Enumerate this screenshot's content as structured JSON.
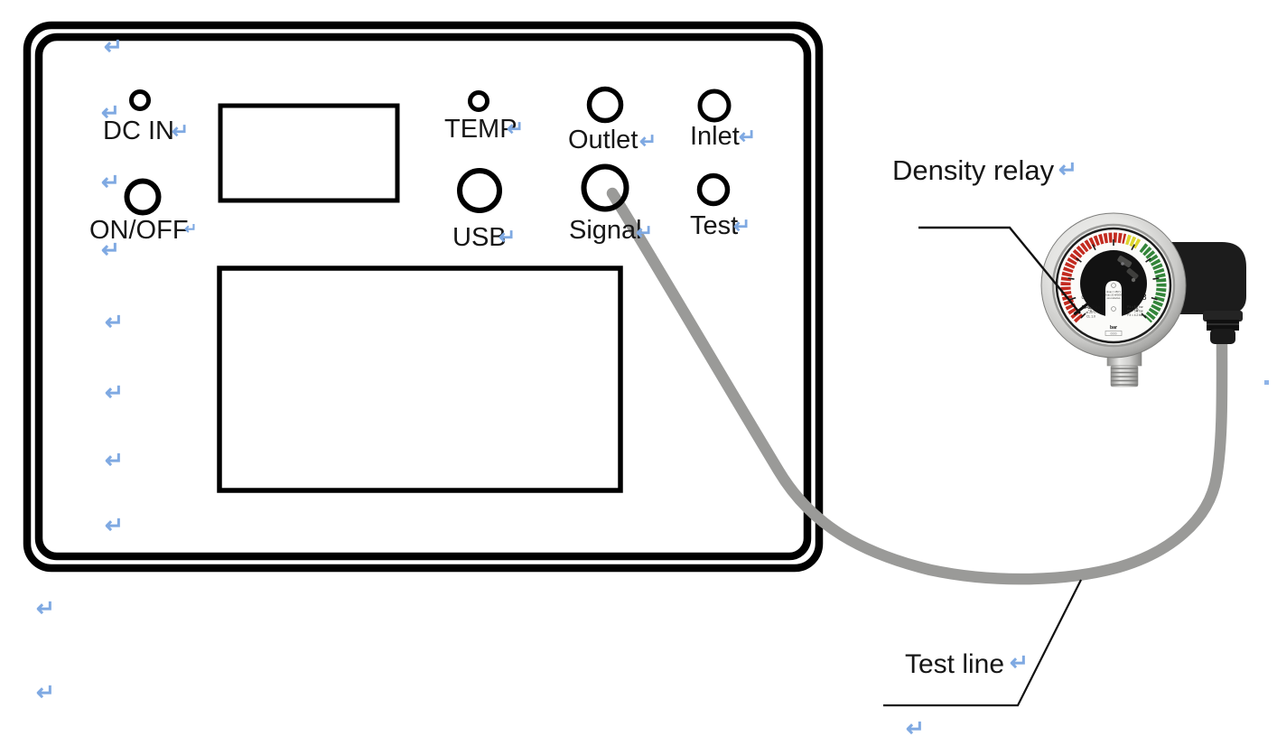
{
  "document": {
    "paragraph_mark": "↵",
    "mark_color": "#7FA9E2",
    "background": "#ffffff"
  },
  "panel": {
    "ports": [
      {
        "id": "dc-in",
        "label": "DC IN"
      },
      {
        "id": "temp",
        "label": "TEMP"
      },
      {
        "id": "outlet",
        "label": "Outlet"
      },
      {
        "id": "inlet",
        "label": "Inlet"
      },
      {
        "id": "on-off",
        "label": "ON/OFF"
      },
      {
        "id": "usb",
        "label": "USB"
      },
      {
        "id": "signal",
        "label": "Signal"
      },
      {
        "id": "test",
        "label": "Test"
      }
    ]
  },
  "annotations": {
    "density_relay": "Density relay",
    "test_line": "Test line"
  },
  "gauge": {
    "scale_numbers": {
      "n_m1": "-1",
      "n_0": "0",
      "n_2": "2",
      "n_4": "4",
      "n_6": "6",
      "n_8": "8",
      "n_9": "9"
    },
    "face": {
      "gas": "SF6 Gas",
      "ref": "at 20°C",
      "cls": "CL 1.0",
      "unit": "bar",
      "sp1": "P1 = 5.2 bar",
      "sp2": "P2 = 5.0 bar",
      "sp3": "P3 = 4.2 bar",
      "r1": "Umax = 250 V",
      "r2": "Pmax 20 W/50Hz",
      "r3": "non-inductive",
      "serial": "0000"
    },
    "colors": {
      "red": "#c32b20",
      "yellow": "#ddd52f",
      "green": "#33853a",
      "cable": "#9a9a98",
      "leader": "#111111"
    }
  }
}
